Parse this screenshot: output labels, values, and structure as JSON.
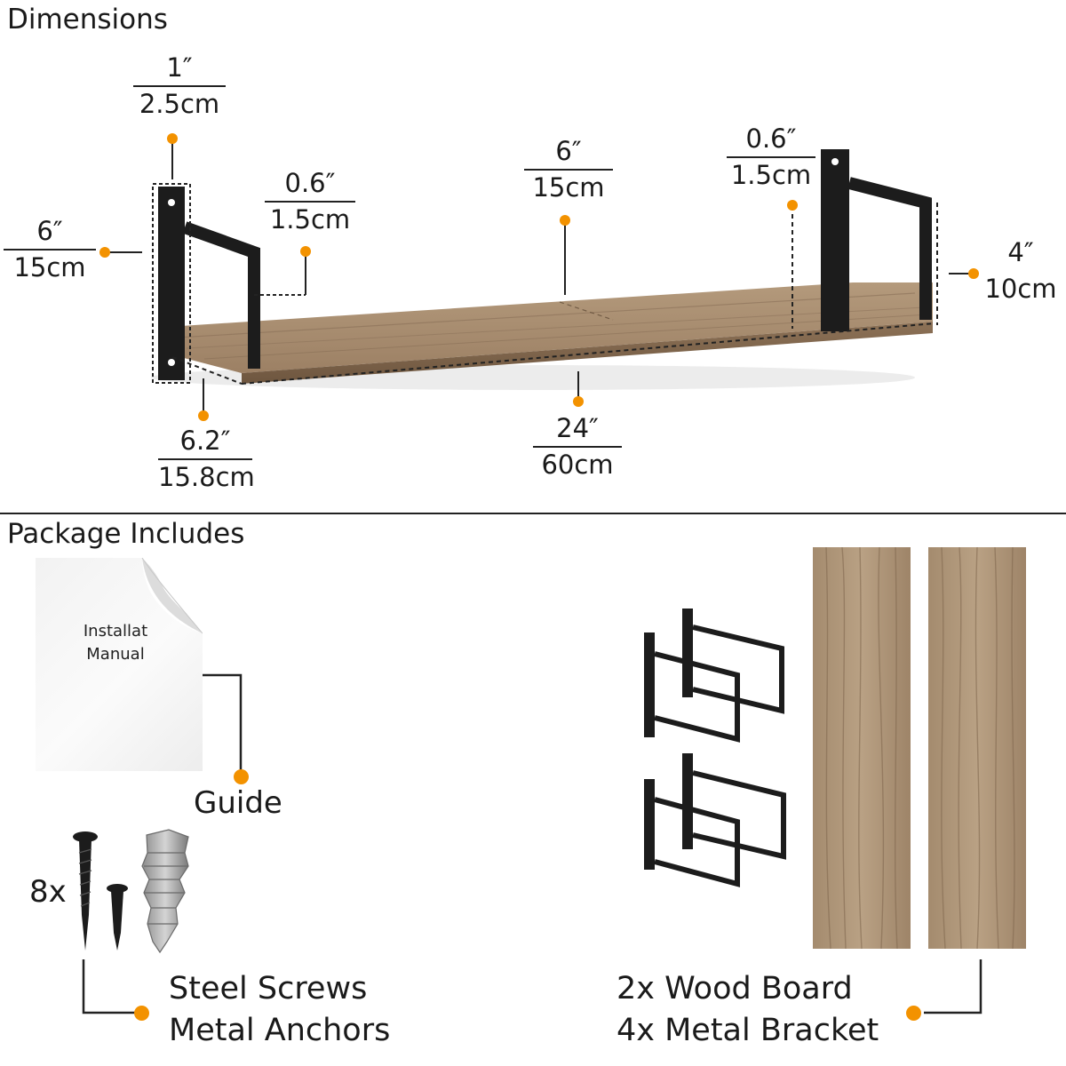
{
  "headings": {
    "dimensions": "Dimensions",
    "package": "Package Includes"
  },
  "dimensions": {
    "bracket_width": {
      "in": "1″",
      "cm": "2.5cm"
    },
    "bracket_height": {
      "in": "6″",
      "cm": "15cm"
    },
    "left_bracket_gap": {
      "in": "0.6″",
      "cm": "1.5cm"
    },
    "shelf_depth": {
      "in": "6″",
      "cm": "15cm"
    },
    "right_bracket_gap": {
      "in": "0.6″",
      "cm": "1.5cm"
    },
    "shelf_thickness": {
      "in": "4″",
      "cm": "10cm"
    },
    "bracket_depth": {
      "in": "6.2″",
      "cm": "15.8cm"
    },
    "shelf_length": {
      "in": "24″",
      "cm": "60cm"
    }
  },
  "package": {
    "manual": {
      "text_line1": "Installat",
      "text_line2": "Manual",
      "label": "Guide"
    },
    "hardware": {
      "count": "8x",
      "line1": "Steel Screws",
      "line2": "Metal Anchors"
    },
    "shelves": {
      "line1": "2x Wood Board",
      "line2": "4x Metal Bracket"
    }
  },
  "colors": {
    "accent": "#f39200",
    "wood": "#a58a6c",
    "metal": "#1c1c1c"
  }
}
